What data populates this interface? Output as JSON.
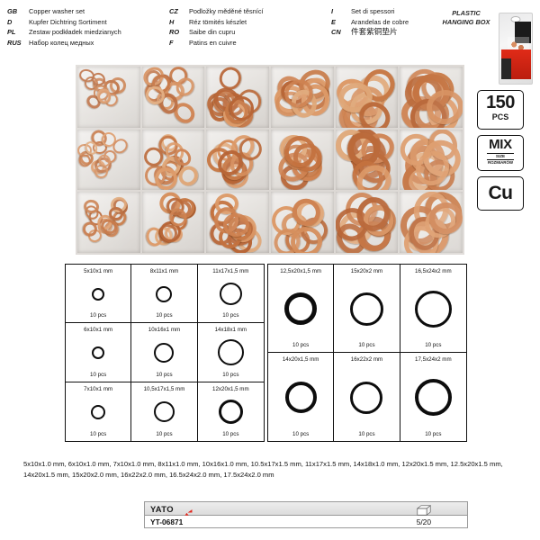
{
  "languages": {
    "column_1": [
      {
        "code": "GB",
        "text": "Copper washer set"
      },
      {
        "code": "D",
        "text": "Kupfer Dichtring Sortiment"
      },
      {
        "code": "PL",
        "text": "Zestaw podkładek miedzianych"
      },
      {
        "code": "RUS",
        "text": "Набор колец медных"
      }
    ],
    "column_2": [
      {
        "code": "CZ",
        "text": "Podložky měděné těsnící"
      },
      {
        "code": "H",
        "text": "Réz tömités készlet"
      },
      {
        "code": "RO",
        "text": "Saibe din cupru"
      },
      {
        "code": "F",
        "text": "Patins en cuivre"
      }
    ],
    "column_3": [
      {
        "code": "I",
        "text": "Set di spessori"
      },
      {
        "code": "E",
        "text": "Arandelas de cobre"
      },
      {
        "code": "CN",
        "text": "件套紫铜垫片"
      }
    ]
  },
  "packaging": {
    "caption_line_1": "PLASTIC",
    "caption_line_2": "HANGING BOX"
  },
  "badges": {
    "pieces": {
      "value": "150",
      "unit": "PCS"
    },
    "mix": {
      "value": "MIX",
      "sub_en": "SIZE",
      "sub_pl": "ROZMIARÓW"
    },
    "material": {
      "value": "Cu"
    }
  },
  "spec_table_left": {
    "cells": [
      {
        "size": "5x10x1 mm",
        "qty": "10 pcs",
        "outer": 14,
        "thickness": 2.6
      },
      {
        "size": "8x11x1 mm",
        "qty": "10 pcs",
        "outer": 18,
        "thickness": 2.4
      },
      {
        "size": "11x17x1,5 mm",
        "qty": "10 pcs",
        "outer": 25,
        "thickness": 2.8
      },
      {
        "size": "6x10x1 mm",
        "qty": "10 pcs",
        "outer": 14,
        "thickness": 2.4
      },
      {
        "size": "10x16x1 mm",
        "qty": "10 pcs",
        "outer": 22,
        "thickness": 2.4
      },
      {
        "size": "14x18x1 mm",
        "qty": "10 pcs",
        "outer": 29,
        "thickness": 2.8
      },
      {
        "size": "7x10x1 mm",
        "qty": "10 pcs",
        "outer": 16,
        "thickness": 2.4
      },
      {
        "size": "10,5x17x1,5 mm",
        "qty": "10 pcs",
        "outer": 23,
        "thickness": 2.8
      },
      {
        "size": "12x20x1,5 mm",
        "qty": "10 pcs",
        "outer": 27,
        "thickness": 3.6
      }
    ]
  },
  "spec_table_right": {
    "cells": [
      {
        "size": "12,5x20x1,5 mm",
        "qty": "10 pcs",
        "outer": 36,
        "thickness": 5.0
      },
      {
        "size": "15x20x2 mm",
        "qty": "10 pcs",
        "outer": 37,
        "thickness": 3.4
      },
      {
        "size": "16,5x24x2 mm",
        "qty": "10 pcs",
        "outer": 41,
        "thickness": 3.4
      },
      {
        "size": "14x20x1,5 mm",
        "qty": "10 pcs",
        "outer": 35,
        "thickness": 4.4
      },
      {
        "size": "16x22x2 mm",
        "qty": "10 pcs",
        "outer": 36,
        "thickness": 3.0
      },
      {
        "size": "17,5x24x2 mm",
        "qty": "10 pcs",
        "outer": 41,
        "thickness": 4.2
      }
    ]
  },
  "size_list": "5x10x1.0 mm, 6x10x1.0 mm, 7x10x1.0 mm, 8x11x1.0 mm, 10x16x1.0 mm, 10.5x17x1.5 mm, 11x17x1.5 mm, 14x18x1.0 mm, 12x20x1.5 mm, 12.5x20x1.5 mm, 14x20x1.5 mm, 15x20x2.0 mm, 16x22x2.0 mm, 16.5x24x2.0 mm, 17.5x24x2.0 mm",
  "footer": {
    "brand": "YATO",
    "product_code": "YT-06871",
    "packing_qty": "5/20"
  },
  "colors": {
    "brand_red": "#e1251b",
    "copper": "#c97a4c",
    "ink": "#111111"
  }
}
